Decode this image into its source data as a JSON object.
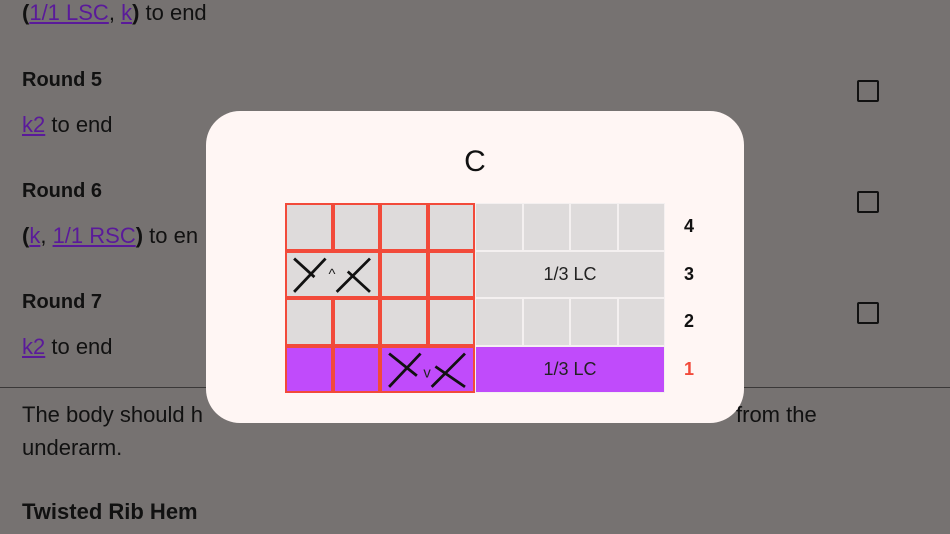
{
  "background": {
    "line1": {
      "open": "(",
      "link1": "1/1 LSC",
      "sep": ", ",
      "link2": "k",
      "close": ")",
      "rest": " to end"
    },
    "round5": {
      "title": "Round 5",
      "link": "k2",
      "rest": " to end"
    },
    "round6": {
      "title": "Round 6",
      "open": "(",
      "link1": "k",
      "sep": ", ",
      "link2": "1/1 RSC",
      "close": ")",
      "rest": " to en"
    },
    "round7": {
      "title": "Round 7",
      "link": "k2",
      "rest": " to end"
    },
    "para_a": "The body should h",
    "para_b": "from the",
    "para_c": "underarm.",
    "section": "Twisted Rib Hem"
  },
  "modal": {
    "title": "C",
    "rows": [
      {
        "num": "4"
      },
      {
        "num": "3",
        "label": "1/3 LC"
      },
      {
        "num": "2"
      },
      {
        "num": "1",
        "label": "1/3 LC",
        "active": true
      }
    ],
    "colors": {
      "highlight": "#f24a3a",
      "active": "#c04bfb",
      "cell": "#dedbdb"
    }
  }
}
